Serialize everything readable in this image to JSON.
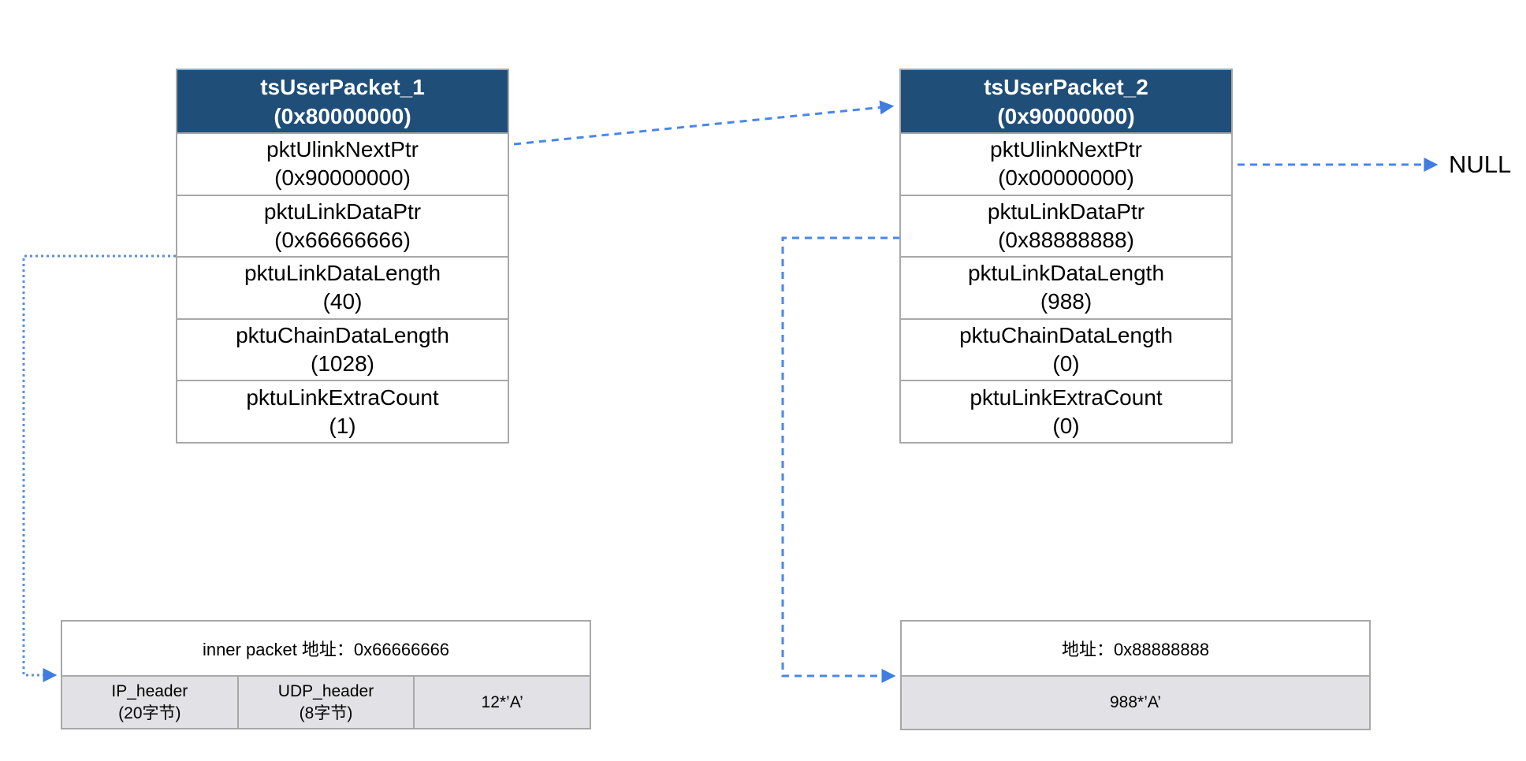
{
  "colors": {
    "header_bg": "#1f4e79",
    "header_text": "#ffffff",
    "table_border": "#a8a8a8",
    "buffer_row_fill": "#e2e2e6",
    "connector_dashed_blue": "#4a86e8",
    "connector_dotted_blue": "#5b8fd9",
    "arrowhead_blue": "#3f7de0"
  },
  "packet1": {
    "title": "tsUserPacket_1",
    "address": "(0x80000000)",
    "rows": [
      {
        "label": "pktUlinkNextPtr",
        "value": "(0x90000000)"
      },
      {
        "label": "pktuLinkDataPtr",
        "value": "(0x66666666)"
      },
      {
        "label": "pktuLinkDataLength",
        "value": "(40)"
      },
      {
        "label": "pktuChainDataLength",
        "value": "(1028)"
      },
      {
        "label": "pktuLinkExtraCount",
        "value": "(1)"
      }
    ]
  },
  "packet2": {
    "title": "tsUserPacket_2",
    "address": "(0x90000000)",
    "rows": [
      {
        "label": "pktUlinkNextPtr",
        "value": "(0x00000000)"
      },
      {
        "label": "pktuLinkDataPtr",
        "value": "(0x88888888)"
      },
      {
        "label": "pktuLinkDataLength",
        "value": "(988)"
      },
      {
        "label": "pktuChainDataLength",
        "value": "(0)"
      },
      {
        "label": "pktuLinkExtraCount",
        "value": "(0)"
      }
    ]
  },
  "buffer1": {
    "title": "inner packet 地址：0x66666666",
    "cells": [
      {
        "line1": "IP_header",
        "line2": "(20字节)"
      },
      {
        "line1": "UDP_header",
        "line2": "(8字节)"
      },
      {
        "line1": "12*’A’",
        "line2": ""
      }
    ]
  },
  "buffer2": {
    "title": "地址：0x88888888",
    "cell": "988*’A’"
  },
  "null_label": "NULL"
}
